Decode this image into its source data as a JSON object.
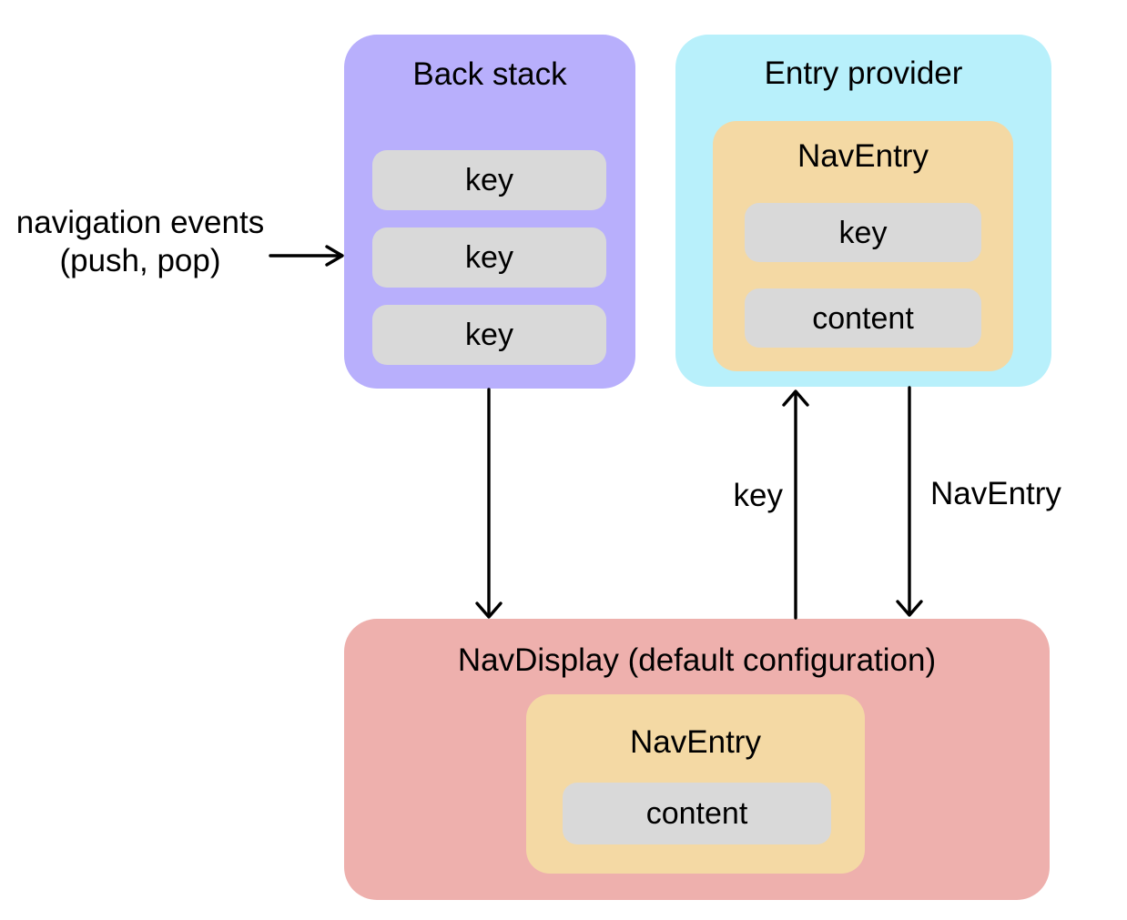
{
  "diagram": {
    "back_stack": {
      "title": "Back stack",
      "keys": [
        "key",
        "key",
        "key"
      ]
    },
    "entry_provider": {
      "title": "Entry provider",
      "nav_entry": {
        "title": "NavEntry",
        "key": "key",
        "content": "content"
      }
    },
    "nav_display": {
      "title": "NavDisplay (default configuration)",
      "nav_entry": {
        "title": "NavEntry",
        "content": "content"
      }
    },
    "annotations": {
      "navigation_events_line1": "navigation events",
      "navigation_events_line2": "(push, pop)",
      "key_arrow_label": "key",
      "nav_entry_arrow_label": "NavEntry"
    },
    "colors": {
      "back_stack_bg": "#b8affc",
      "entry_provider_bg": "#b8f0fb",
      "nav_entry_bg": "#f4d9a4",
      "nav_display_bg": "#eeb0ad",
      "pill_bg": "#d9d9d9",
      "arrow": "#000000",
      "background": "#ffffff"
    }
  }
}
